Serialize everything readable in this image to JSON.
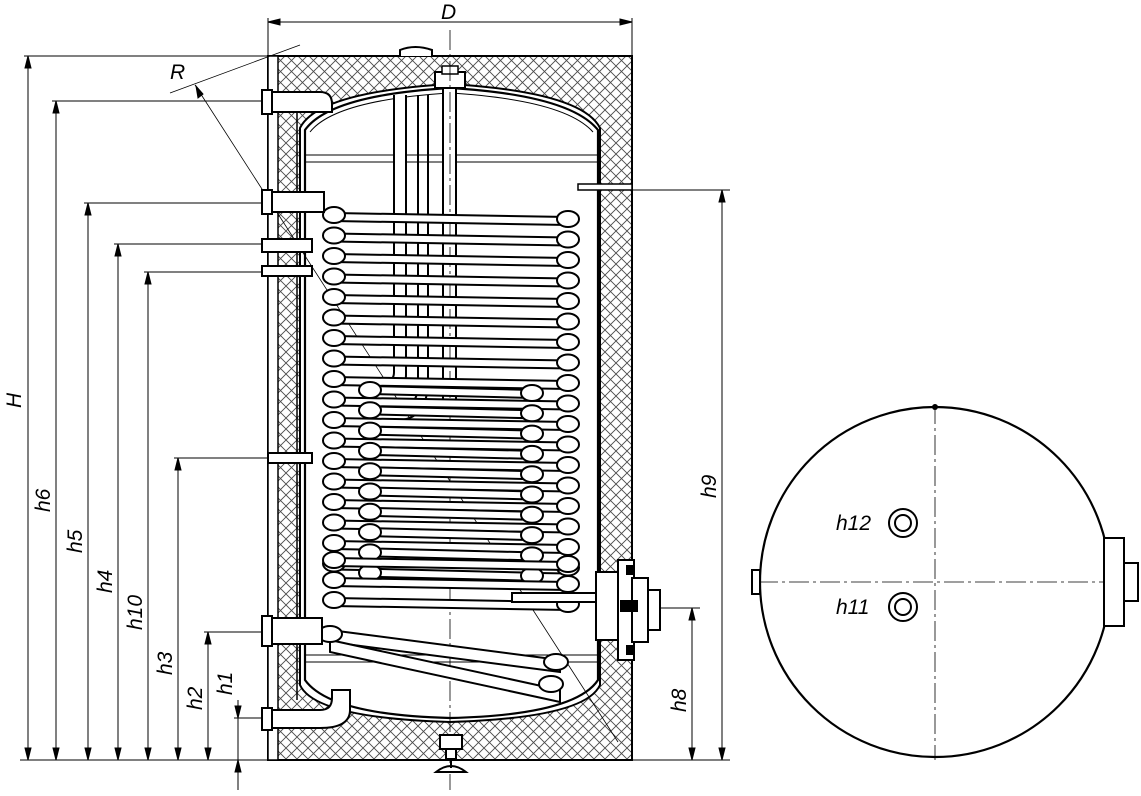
{
  "labels": {
    "D": "D",
    "R": "R",
    "H": "H",
    "h1": "h1",
    "h2": "h2",
    "h3": "h3",
    "h4": "h4",
    "h5": "h5",
    "h6": "h6",
    "h8": "h8",
    "h9": "h9",
    "h10": "h10",
    "h11": "h11",
    "h12": "h12"
  },
  "colors": {
    "line": "#000000",
    "hatch": "#4a4a4a",
    "background": "#ffffff"
  }
}
